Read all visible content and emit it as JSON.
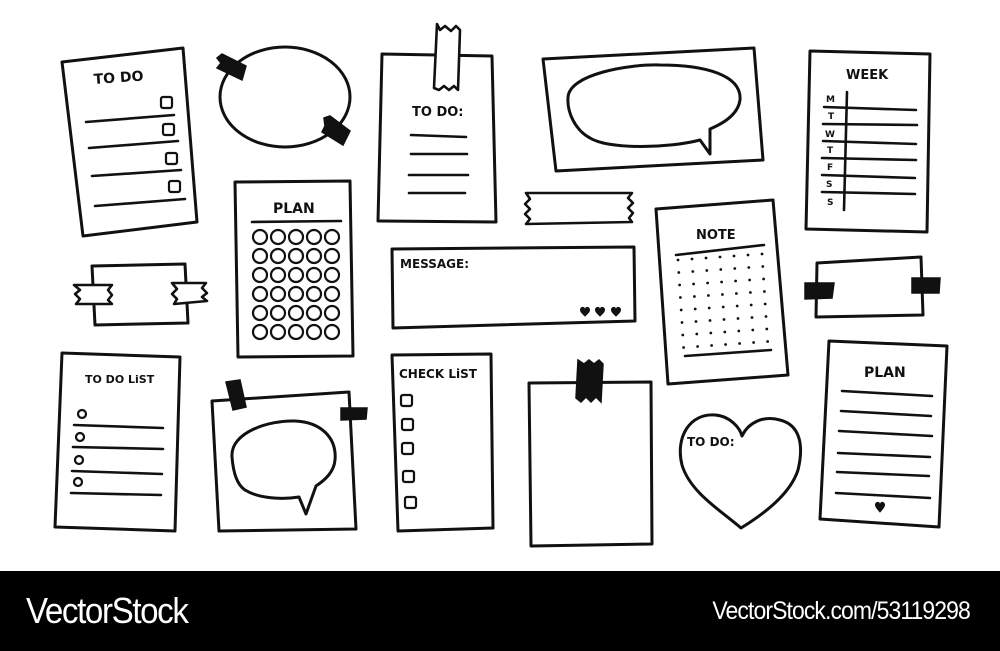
{
  "stickers": {
    "todo_checkbox_note": {
      "title": "TO DO",
      "rows": 4
    },
    "oval_taped": {
      "tape_count": 2
    },
    "todo_taped_note": {
      "title": "TO DO:",
      "rows": 4
    },
    "speech_bubble_card": {},
    "week_planner": {
      "title": "WEEK",
      "days": [
        "M",
        "T",
        "W",
        "T",
        "F",
        "S",
        "S"
      ]
    },
    "plan_circles": {
      "title": "PLAN",
      "rows": 6,
      "cols": 5
    },
    "washi_tape_strip": {},
    "message_box": {
      "title": "MESSAGE:",
      "hearts": 3
    },
    "note_dotted": {
      "title": "NOTE"
    },
    "small_taped_card_left": {},
    "small_taped_card_right": {},
    "todo_list_note": {
      "title": "TO DO LiST",
      "rows": 4
    },
    "speech_bubble_square": {},
    "checklist_note": {
      "title": "CHECK LiST",
      "rows": 5
    },
    "blank_taped_note": {},
    "heart_todo": {
      "title": "TO DO:"
    },
    "plan_lined": {
      "title": "PLAN",
      "rows": 6
    }
  },
  "footer": {
    "brand": "VectorStock",
    "link": "VectorStock.com/53119298"
  },
  "colors": {
    "ink": "#111111",
    "paper": "#ffffff",
    "footer_bg": "#000000",
    "footer_text": "#ffffff"
  }
}
